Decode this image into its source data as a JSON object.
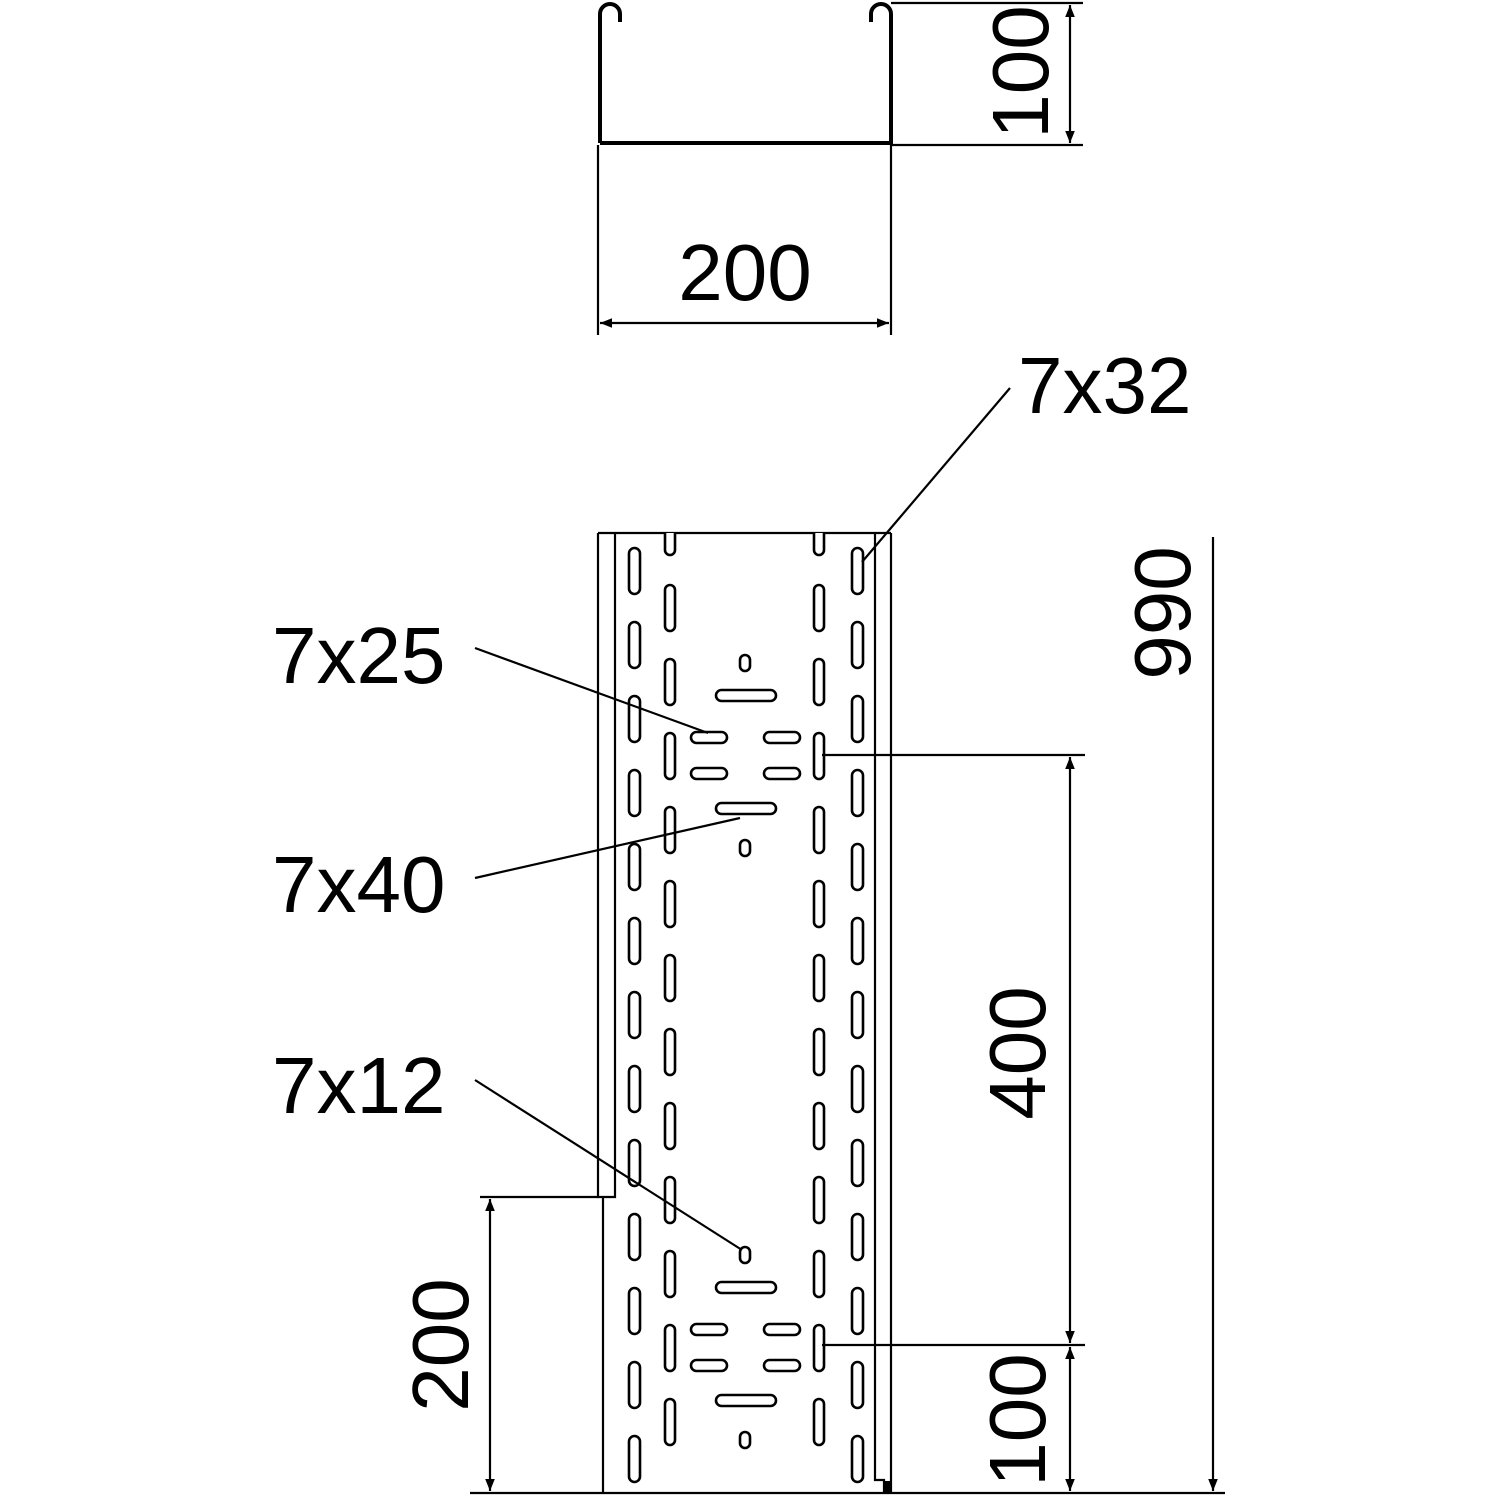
{
  "profile": {
    "width_dim": "200",
    "height_dim": "100"
  },
  "tray": {
    "length_dim": "990",
    "hole_spacing_dim": "400",
    "end_offset_dim": "100",
    "overlap_dim": "200"
  },
  "callouts": {
    "slot_side": "7x32",
    "slot_connector": "7x25",
    "slot_long": "7x40",
    "slot_small": "7x12"
  },
  "colors": {
    "line": "#000000",
    "background": "#ffffff"
  }
}
